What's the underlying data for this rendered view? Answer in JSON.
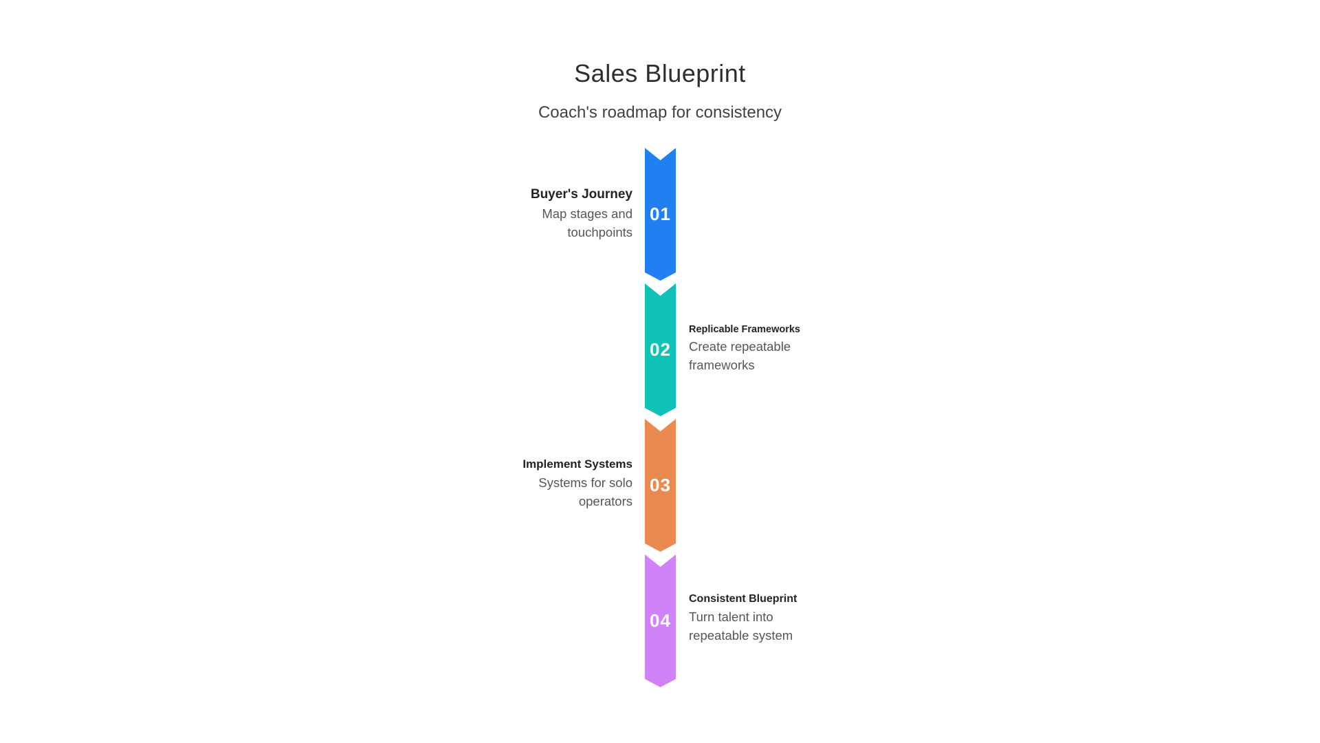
{
  "page": {
    "title": "Sales Blueprint",
    "subtitle": "Coach's roadmap for consistency",
    "background": "#ffffff"
  },
  "text_colors": {
    "title": "#2e2e2e",
    "subtitle": "#414146",
    "step_title": "#222326",
    "step_description": "#55565a",
    "step_number": "#ffffff"
  },
  "steps": [
    {
      "number": "01",
      "title": "Buyer's Journey",
      "description": "Map stages and touchpoints",
      "side": "left",
      "color": "#2080f2"
    },
    {
      "number": "02",
      "title": "Replicable Frameworks",
      "description": "Create repeatable frameworks",
      "side": "right",
      "color": "#0fc1b7"
    },
    {
      "number": "03",
      "title": "Implement Systems",
      "description": "Systems for solo operators",
      "side": "left",
      "color": "#ea8a50"
    },
    {
      "number": "04",
      "title": "Consistent Blueprint",
      "description": "Turn talent into repeatable system",
      "side": "right",
      "color": "#d083f8"
    }
  ]
}
